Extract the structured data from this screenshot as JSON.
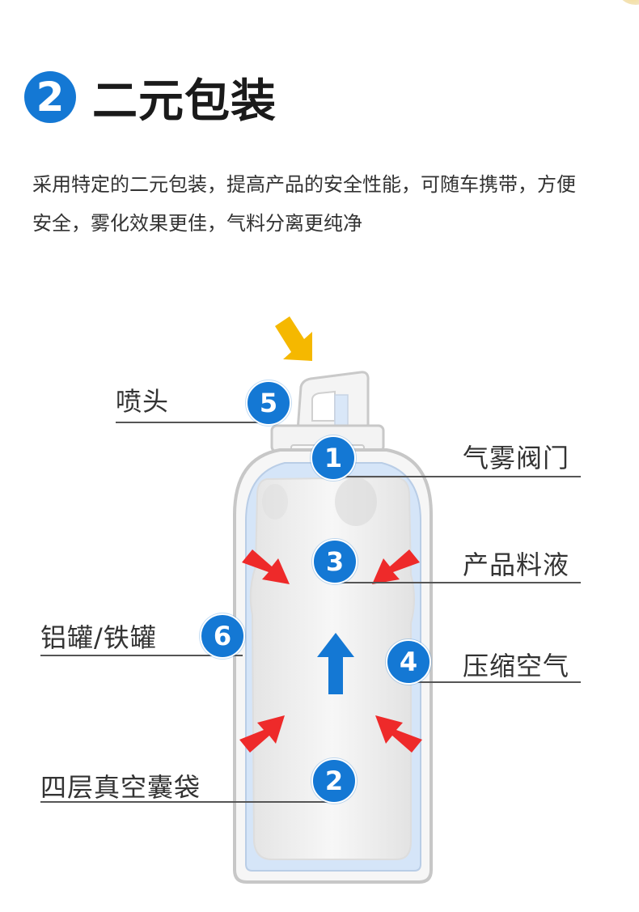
{
  "header": {
    "step_number": "2",
    "title": "二元包装",
    "description": "采用特定的二元包装，提高产品的安全性能，可随车携带，方便安全，雾化效果更佳，气料分离更纯净"
  },
  "diagram": {
    "labels": {
      "nozzle": "喷头",
      "valve": "气雾阀门",
      "product_liquid": "产品料液",
      "can": "铝罐/铁罐",
      "compressed_air": "压缩空气",
      "bag": "四层真空囊袋"
    },
    "markers": {
      "valve": "1",
      "bag": "2",
      "product_liquid": "3",
      "compressed_air": "4",
      "nozzle": "5",
      "can": "6"
    }
  },
  "colors": {
    "accent_blue": "#1478d4",
    "arrow_red": "#ee2a2a",
    "arrow_yellow": "#f5b800",
    "can_outline": "#c8c8c8",
    "bag_fill": "#eeeeee",
    "gas_blue": "#c6dcf6"
  },
  "icons": [
    "press-arrow-icon",
    "pressure-arrow-icon",
    "flow-up-arrow-icon"
  ]
}
